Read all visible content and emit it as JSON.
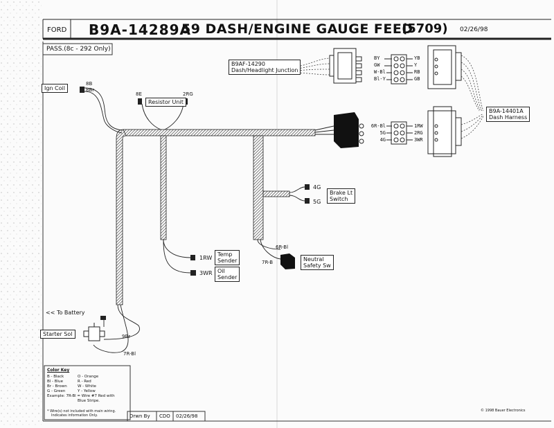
{
  "header": {
    "make": "FORD",
    "part_number": "B9A-14289A",
    "title": "59 DASH/ENGINE GAUGE FEED",
    "code": "(5709)",
    "date": "02/26/98"
  },
  "subtitle": "PASS.(8c - 292 Only)",
  "components": {
    "ign_coil": "Ign Coil",
    "resistor_unit": "Resistor Unit",
    "dash_headlight_junction": {
      "part": "B9AF-14290",
      "name": "Dash/Headlight Junction"
    },
    "dash_harness": {
      "part": "B9A-14401A",
      "name": "Dash Harness"
    },
    "brake_switch": [
      "Brake Lt",
      "Switch"
    ],
    "temp_sender": [
      "Temp",
      "Sender"
    ],
    "oil_sender": [
      "Oil",
      "Sender"
    ],
    "neutral_switch": [
      "Neutral",
      "Safety Sw"
    ],
    "battery": "<< To Battery",
    "starter_sol": "Starter Sol"
  },
  "wire_labels": {
    "coil_8b": "8B",
    "coil_8br": "8Br",
    "res_8e": "8E",
    "res_2rg": "2RG",
    "brake_4g": "4G",
    "brake_5g": "5G",
    "temp_1rw": "1RW",
    "oil_3wr": "3WR",
    "neutral_6rb": "6R-Bl",
    "neutral_7rb": "7R-B",
    "starter_9br": "9Br",
    "starter_7rb": "7R-Bl"
  },
  "junction_upper": {
    "left": [
      "BY",
      "GW",
      "W-Bl",
      "Bl-Y"
    ],
    "right": [
      "YB",
      "Y",
      "RB",
      "GB"
    ]
  },
  "junction_lower": {
    "left": [
      "6R-Bl",
      "5G",
      "4G"
    ],
    "right": [
      "1RW",
      "2RG",
      "3WR"
    ]
  },
  "color_key": {
    "title": "Color Key",
    "left": [
      "B - Black",
      "Bl - Blue",
      "Br - Brown",
      "G - Green"
    ],
    "right": [
      "O - Orange",
      "R - Red",
      "W - White",
      "Y - Yellow"
    ],
    "example_line1": "Example: 7R-Bl = Wire #7 Red with",
    "example_line2": "Blue Stripe.",
    "note_line1": "* Wire(s) not included with main wiring.",
    "note_line2": "Indicates information Only."
  },
  "footer": {
    "drawn_by_label": "Drwn By",
    "drawn_by": "CDO",
    "date": "02/26/98",
    "copyright": "© 1998 Bauer Electronics"
  }
}
